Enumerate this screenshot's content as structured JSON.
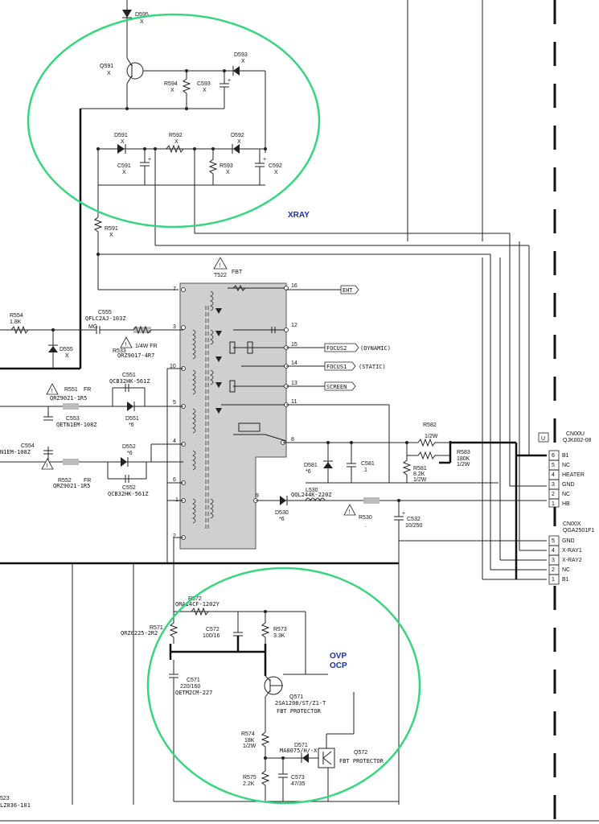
{
  "regions": {
    "xray": "XRAY",
    "ovp": "OVP",
    "ocp": "OCP"
  },
  "fbt": {
    "ref": "T522",
    "name": "FBT",
    "pins_left": [
      "7",
      "3",
      "10",
      "5",
      "4",
      "6",
      "1",
      "2"
    ],
    "pins_right": [
      "16",
      "12",
      "15",
      "14",
      "13",
      "11",
      "8",
      "9"
    ]
  },
  "outputs": {
    "eht": "EHT",
    "focus2": "FOCUS2",
    "focus2_note": "(DYNAMIC)",
    "focus1": "FOCUS1",
    "focus1_note": "(STATIC)",
    "screen": "SCREEN"
  },
  "comps": {
    "d595": "D595",
    "d595v": "X",
    "q591": "Q591",
    "q591v": "X",
    "d593": "D593",
    "d593v": "X",
    "r594": "R594",
    "r594v": "X",
    "c593": "C593",
    "c593v": "X",
    "d591": "D591",
    "d591v": "X",
    "r592": "R592",
    "r592v": "X",
    "d592": "D592",
    "d592v": "X",
    "c591": "C591",
    "c591v": "X",
    "r593": "R593",
    "r593v": "X",
    "c592": "C592",
    "c592v": "X",
    "r591": "R591",
    "r591v": "X",
    "r554": "R554",
    "r554v": "1.8K",
    "d555": "D555",
    "d555v": "X",
    "c555": "C555",
    "c555p": "QFLC2AJ-103Z",
    "mg": "MG",
    "r533": "R533",
    "r533a": "1/4W FR",
    "r533b": "QRZ9017-4R7",
    "c551": "C551",
    "c551p": "QCB32HK-561Z",
    "r551": "R551",
    "r551a": "FR",
    "r551b": "QRZ9021-1R5",
    "d551": "D551",
    "d551v": "*6",
    "c553": "C553",
    "c553p": "QETN1EM-108Z",
    "c554": "C554",
    "c554p": "N1EM-108Z",
    "d552": "D552",
    "d552v": "*6",
    "r552": "R552",
    "r552a": "FR",
    "r552b": "QRZ9021-1R5",
    "c552": "C552",
    "c552p": "QCB32HK-561Z",
    "r582": "R582",
    "r582v": "1/2W",
    "r583": "R583",
    "r583a": "180K",
    "r583b": "1/2W",
    "r581": "R581",
    "r581a": "8.2K",
    "r581b": "1/2W",
    "d581": "D581",
    "d581v": "*6",
    "c581": "C581",
    "c581v": ".1",
    "l530": "L530",
    "l530p": "QQL244K-220Z",
    "d530": "D530",
    "d530v": "*6",
    "r530": "R530",
    "r530v": ".",
    "c532": "C532",
    "c532v": "10/250",
    "r572": "R572",
    "r572p": "QRA14CF-1202Y",
    "r571": "R571",
    "r571p": "QRZ0225-2R2",
    "c572": "C572",
    "c572v": "100/16",
    "r573": "R573",
    "r573v": "3.3K",
    "c571": "C571",
    "c571v": "220/160",
    "c571p": "QETM2CM-227",
    "q571": "Q571",
    "q571p": "2SA1208/ST/Z1-T",
    "q571d": "FBT PROTECTOR",
    "r574": "R574",
    "r574a": "18K",
    "r574b": "1/2W",
    "d571": "D571",
    "d571p": "MA8075/H/-X",
    "q572": "Q572",
    "q572d": "FBT PROTECTOR",
    "r575": "R575",
    "r575v": "2.2K",
    "c573": "C573",
    "c573v": "47/35",
    "c523": "523",
    "c523p": "LZ036-101"
  },
  "cn00u": {
    "ref": "CN00U",
    "part": "QJK002-08",
    "badge": "U",
    "pins": [
      {
        "n": "6",
        "label": "B1"
      },
      {
        "n": "5",
        "label": "NC"
      },
      {
        "n": "4",
        "label": "HEATER"
      },
      {
        "n": "3",
        "label": "GND"
      },
      {
        "n": "2",
        "label": "NC"
      },
      {
        "n": "1",
        "label": "HB"
      }
    ]
  },
  "cn00x": {
    "ref": "CN00X",
    "part": "QGA2501F1",
    "pins": [
      {
        "n": "5",
        "label": "GND"
      },
      {
        "n": "4",
        "label": "X-RAY1"
      },
      {
        "n": "3",
        "label": "X-RAY2"
      },
      {
        "n": "2",
        "label": "NC"
      },
      {
        "n": "1",
        "label": "B1"
      }
    ]
  }
}
